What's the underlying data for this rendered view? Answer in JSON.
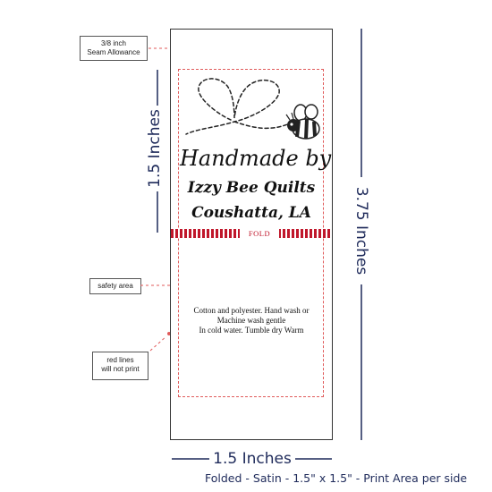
{
  "callouts": {
    "seam_fraction": "3/8 inch",
    "seam_text": "Seam Allowance",
    "safety_area": "safety area",
    "red_lines_1": "red lines",
    "red_lines_2": "will not print"
  },
  "dimensions": {
    "folded_height": "1.5 Inches",
    "total_height": "3.75 Inches",
    "width": "1.5 Inches"
  },
  "label": {
    "line1": "Handmade by",
    "line2": "Izzy Bee Quilts",
    "line3": "Coushatta, LA",
    "fold": "FOLD",
    "care_1": "Cotton and polyester.  Hand wash or",
    "care_2": "Machine wash gentle",
    "care_3": "In cold water.  Tumble dry Warm"
  },
  "footer": "Folded - Satin - 1.5\" x 1.5\" - Print Area per side",
  "colors": {
    "navy": "#1e2a5a",
    "fold_red": "#c0172b",
    "guide_red": "#e05a5a"
  },
  "icons": [
    "heart-dashed-icon",
    "bee-icon"
  ]
}
